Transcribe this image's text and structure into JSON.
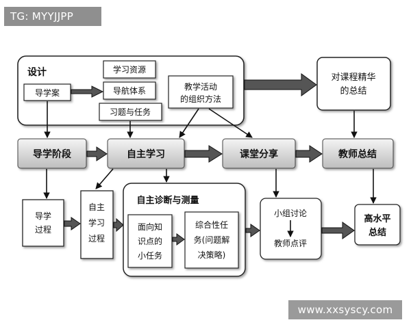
{
  "watermarks": {
    "top_left": "TG: MYYJJPP",
    "bottom_right": "www.xxsyscy.com"
  },
  "design": {
    "title": "设计",
    "guide_case": "导学案",
    "resources": "学习资源",
    "navigation": "导航体系",
    "exercises": "习题与任务",
    "activity_methods": [
      "教学活动",
      "的组织方法"
    ]
  },
  "stages": {
    "guided": "导学阶段",
    "self_study": "自主学习",
    "class_share": "课堂分享",
    "teacher_summary": "教师总结"
  },
  "course_summary": [
    "对课程精华",
    "的总结"
  ],
  "guide_process": [
    "导学",
    "过程"
  ],
  "self_study_process": [
    "自主",
    "学习",
    "过程"
  ],
  "diagnosis": {
    "title": "自主诊断与测量",
    "knowledge_tasks": [
      "面向知",
      "识点的",
      "小任务"
    ],
    "comprehensive_tasks": [
      "综合性任",
      "务(问题解",
      "决策略)"
    ]
  },
  "group": {
    "discussion": "小组讨论",
    "teacher_review": "教师点评"
  },
  "high_level": [
    "高水平",
    "总结"
  ]
}
